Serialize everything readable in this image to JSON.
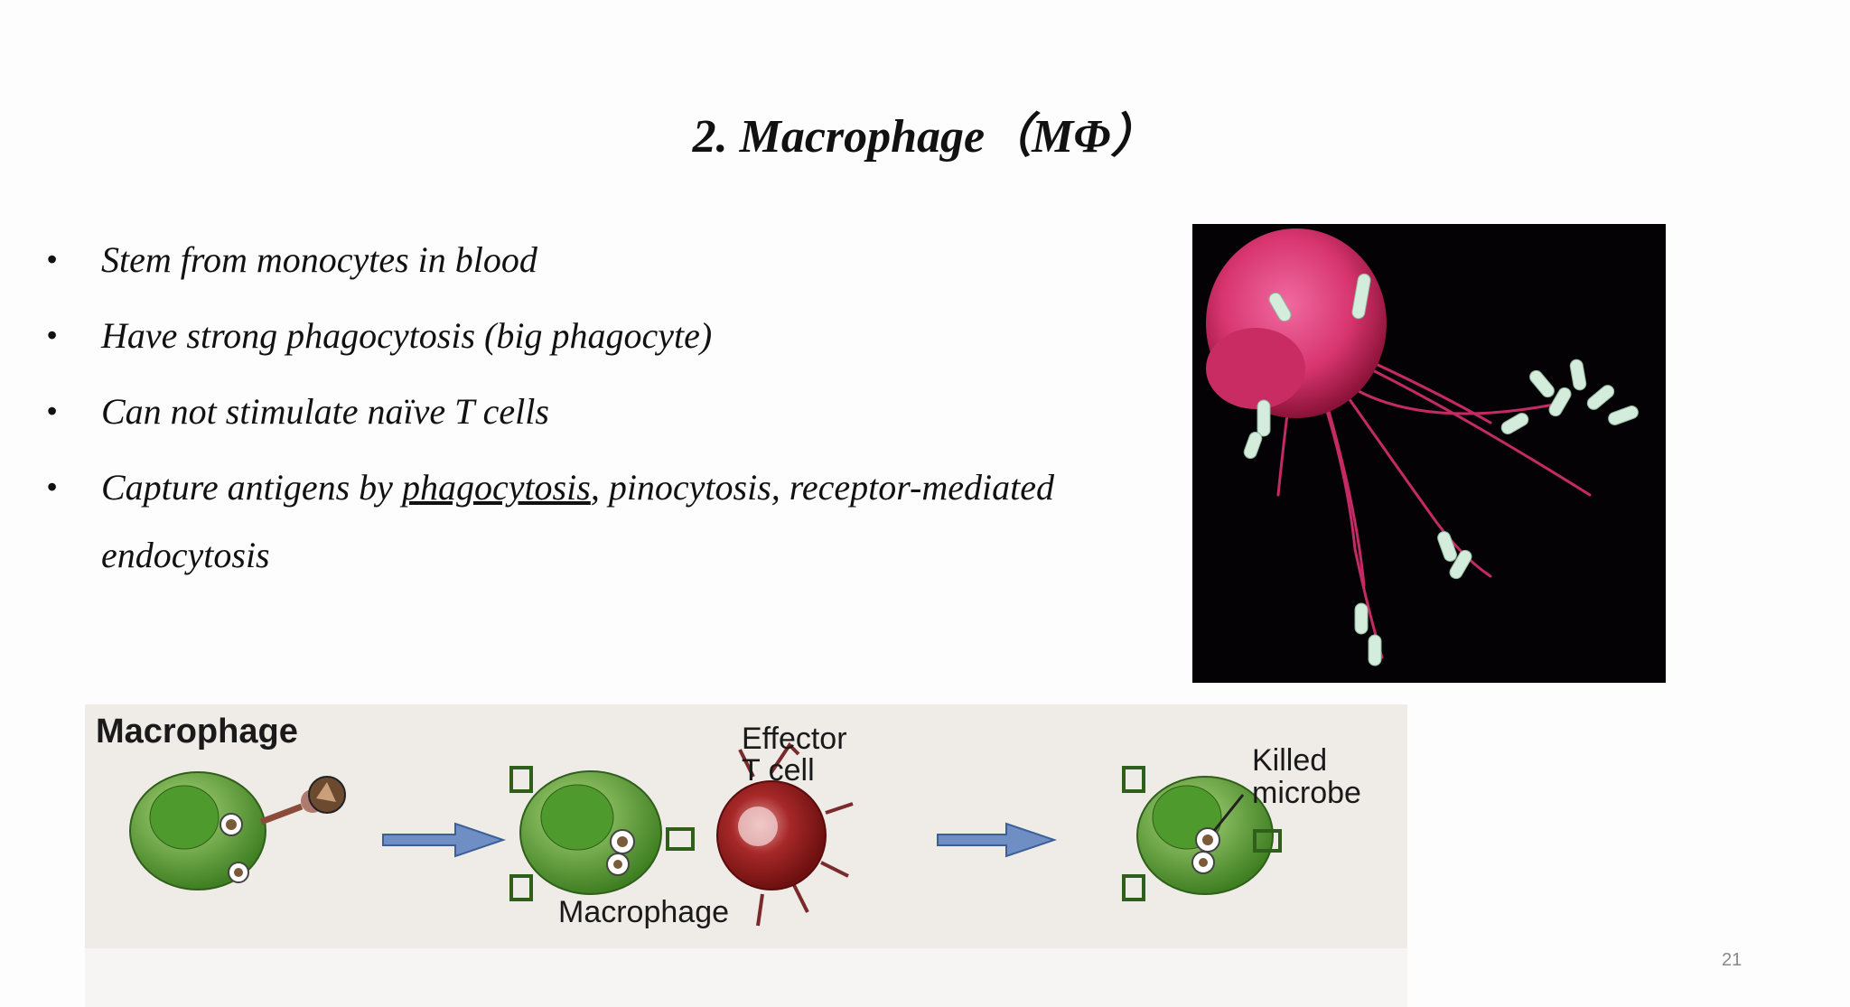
{
  "slide": {
    "title": "2. Macrophage（MΦ）",
    "bullets": [
      {
        "text": "Stem from monocytes in blood"
      },
      {
        "text": "Have strong phagocytosis (big phagocyte)"
      },
      {
        "text": "Can not stimulate naïve T cells"
      },
      {
        "before": "Capture antigens by ",
        "underlined": "phagocytosis",
        "after": ", pinocytosis, receptor-mediated",
        "line2": "endocytosis"
      }
    ],
    "bullet_symbol": "•",
    "page_number": "21"
  },
  "diagram": {
    "label_macrophage_title": "Macrophage",
    "label_effector_line1": "Effector",
    "label_effector_line2": "T cell",
    "label_macrophage_bottom": "Macrophage",
    "label_killed_line1": "Killed",
    "label_killed_line2": "microbe",
    "colors": {
      "macrophage": "#5ea33a",
      "t_cell": "#9b1c1c",
      "arrow": "#6f8fc4",
      "background": "#efebe7"
    }
  },
  "photo": {
    "colors": {
      "cell": "#d8356f",
      "background": "#050205",
      "bacteria": "#cfe6d6"
    }
  }
}
